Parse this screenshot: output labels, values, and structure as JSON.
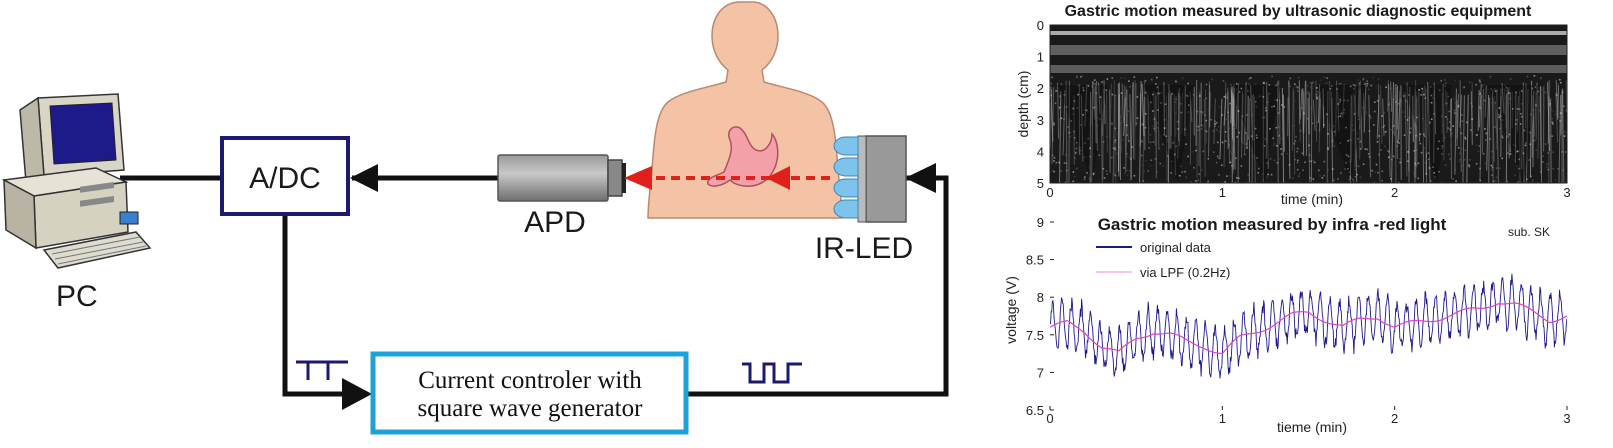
{
  "diagram": {
    "pc_label": "PC",
    "adc_label": "A/DC",
    "apd_label": "APD",
    "irled_label": "IR-LED",
    "controller_line1": "Current controler with",
    "controller_line2": "square wave generator",
    "colors": {
      "adc_border": "#1c1a6e",
      "controller_border": "#1ea0dc",
      "wire": "#111111",
      "light_beam": "#e0201a",
      "led": "#7cc4ec",
      "skin": "#f4c3a6",
      "stomach": "#f3a0a8",
      "waveform": "#1c1a6e"
    }
  },
  "ultrasound": {
    "title": "Gastric motion measured by ultrasonic diagnostic equipment",
    "ylabel": "depth (cm)",
    "xlabel": "time (min)",
    "y_ticks": [
      "0",
      "1",
      "2",
      "3",
      "4",
      "5"
    ],
    "x_ticks": [
      "0",
      "1",
      "2",
      "3"
    ]
  },
  "chart_data": [
    {
      "type": "line",
      "title": "Gastric motion measured by infra -red light",
      "annotation": "sub. SK",
      "xlabel": "tieme (min)",
      "ylabel": "voltage (V)",
      "xlim": [
        0,
        3
      ],
      "ylim": [
        6.5,
        9
      ],
      "x_ticks": [
        "0",
        "1",
        "2",
        "3"
      ],
      "y_ticks": [
        "6.5",
        "7",
        "7.5",
        "8",
        "8.5",
        "9"
      ],
      "legend_position": "top-left",
      "series": [
        {
          "name": "original data",
          "color": "#1c1a8a",
          "x": [
            0,
            0.1,
            0.2,
            0.3,
            0.4,
            0.5,
            0.6,
            0.7,
            0.8,
            0.9,
            1.0,
            1.1,
            1.2,
            1.3,
            1.4,
            1.5,
            1.6,
            1.7,
            1.8,
            1.9,
            2.0,
            2.1,
            2.2,
            2.3,
            2.4,
            2.5,
            2.6,
            2.7,
            2.8,
            2.9,
            3.0
          ],
          "baseline": [
            7.6,
            7.65,
            7.55,
            7.35,
            7.25,
            7.45,
            7.55,
            7.5,
            7.4,
            7.35,
            7.25,
            7.45,
            7.55,
            7.65,
            7.75,
            7.8,
            7.7,
            7.6,
            7.7,
            7.75,
            7.6,
            7.65,
            7.7,
            7.75,
            7.8,
            7.85,
            7.95,
            7.9,
            7.8,
            7.7,
            7.75
          ],
          "amplitude": 0.35
        },
        {
          "name": "via LPF (0.2Hz)",
          "color": "#e040d0",
          "x": [
            0,
            0.1,
            0.2,
            0.3,
            0.4,
            0.5,
            0.6,
            0.7,
            0.8,
            0.9,
            1.0,
            1.1,
            1.2,
            1.3,
            1.4,
            1.5,
            1.6,
            1.7,
            1.8,
            1.9,
            2.0,
            2.1,
            2.2,
            2.3,
            2.4,
            2.5,
            2.6,
            2.7,
            2.8,
            2.9,
            3.0
          ],
          "values": [
            7.6,
            7.65,
            7.55,
            7.35,
            7.25,
            7.45,
            7.55,
            7.5,
            7.4,
            7.35,
            7.25,
            7.45,
            7.55,
            7.65,
            7.75,
            7.8,
            7.7,
            7.6,
            7.7,
            7.75,
            7.6,
            7.65,
            7.7,
            7.75,
            7.8,
            7.85,
            7.95,
            7.9,
            7.8,
            7.7,
            7.75
          ]
        }
      ]
    }
  ]
}
